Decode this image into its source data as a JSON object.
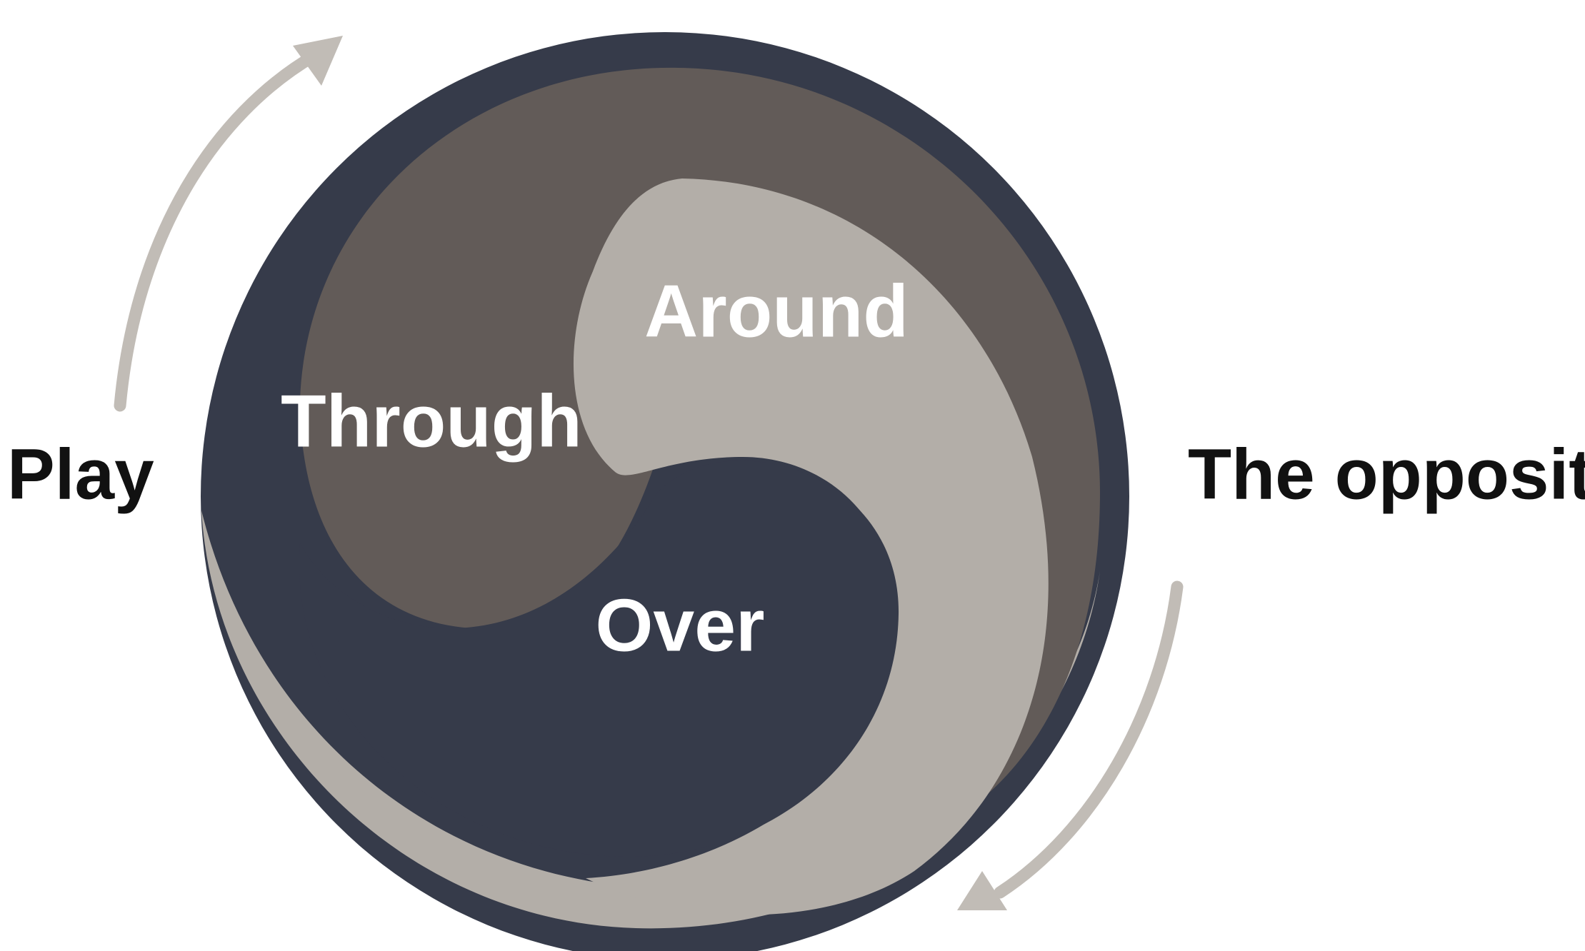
{
  "diagram": {
    "segments": [
      {
        "label": "Around",
        "color": "#b3aea8"
      },
      {
        "label": "Through",
        "color": "#625b58"
      },
      {
        "label": "Over",
        "color": "#363b4a"
      }
    ],
    "left_label": "Play",
    "right_label": "The opposition",
    "arrow_color": "#c1bcb6"
  }
}
